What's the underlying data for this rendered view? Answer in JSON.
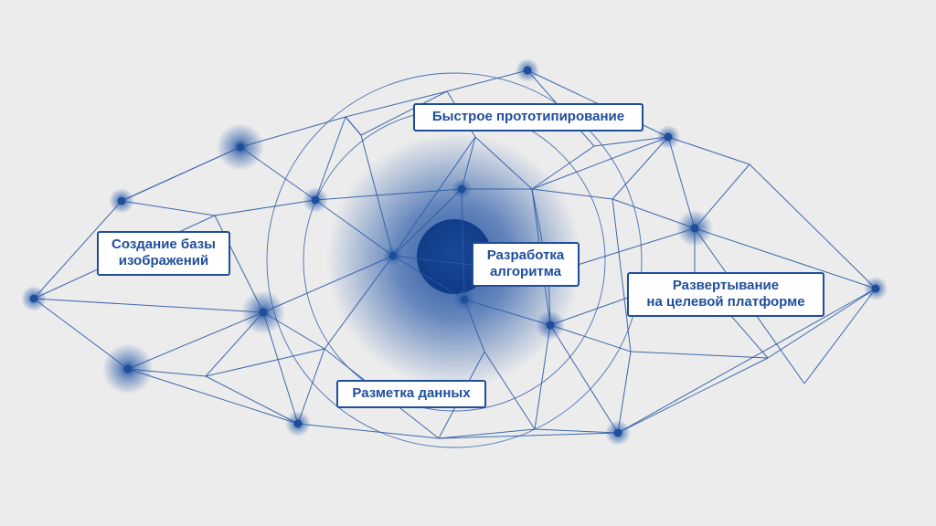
{
  "colors": {
    "background": "#ececec",
    "line": "#2a5aa8",
    "node": "#1f4e9a",
    "label_text": "#1f4e9a",
    "label_border": "#1f4e9a",
    "label_fill": "#ffffff"
  },
  "labels": {
    "rapid_prototyping": "Быстрое прототипирование",
    "algorithm_line1": "Разработка",
    "algorithm_line2": "алгоритма",
    "image_db_line1": "Создание базы",
    "image_db_line2": "изображений",
    "deployment_line1": "Развертывание",
    "deployment_line2": "на целевой платформе",
    "data_markup": "Разметка данных"
  }
}
